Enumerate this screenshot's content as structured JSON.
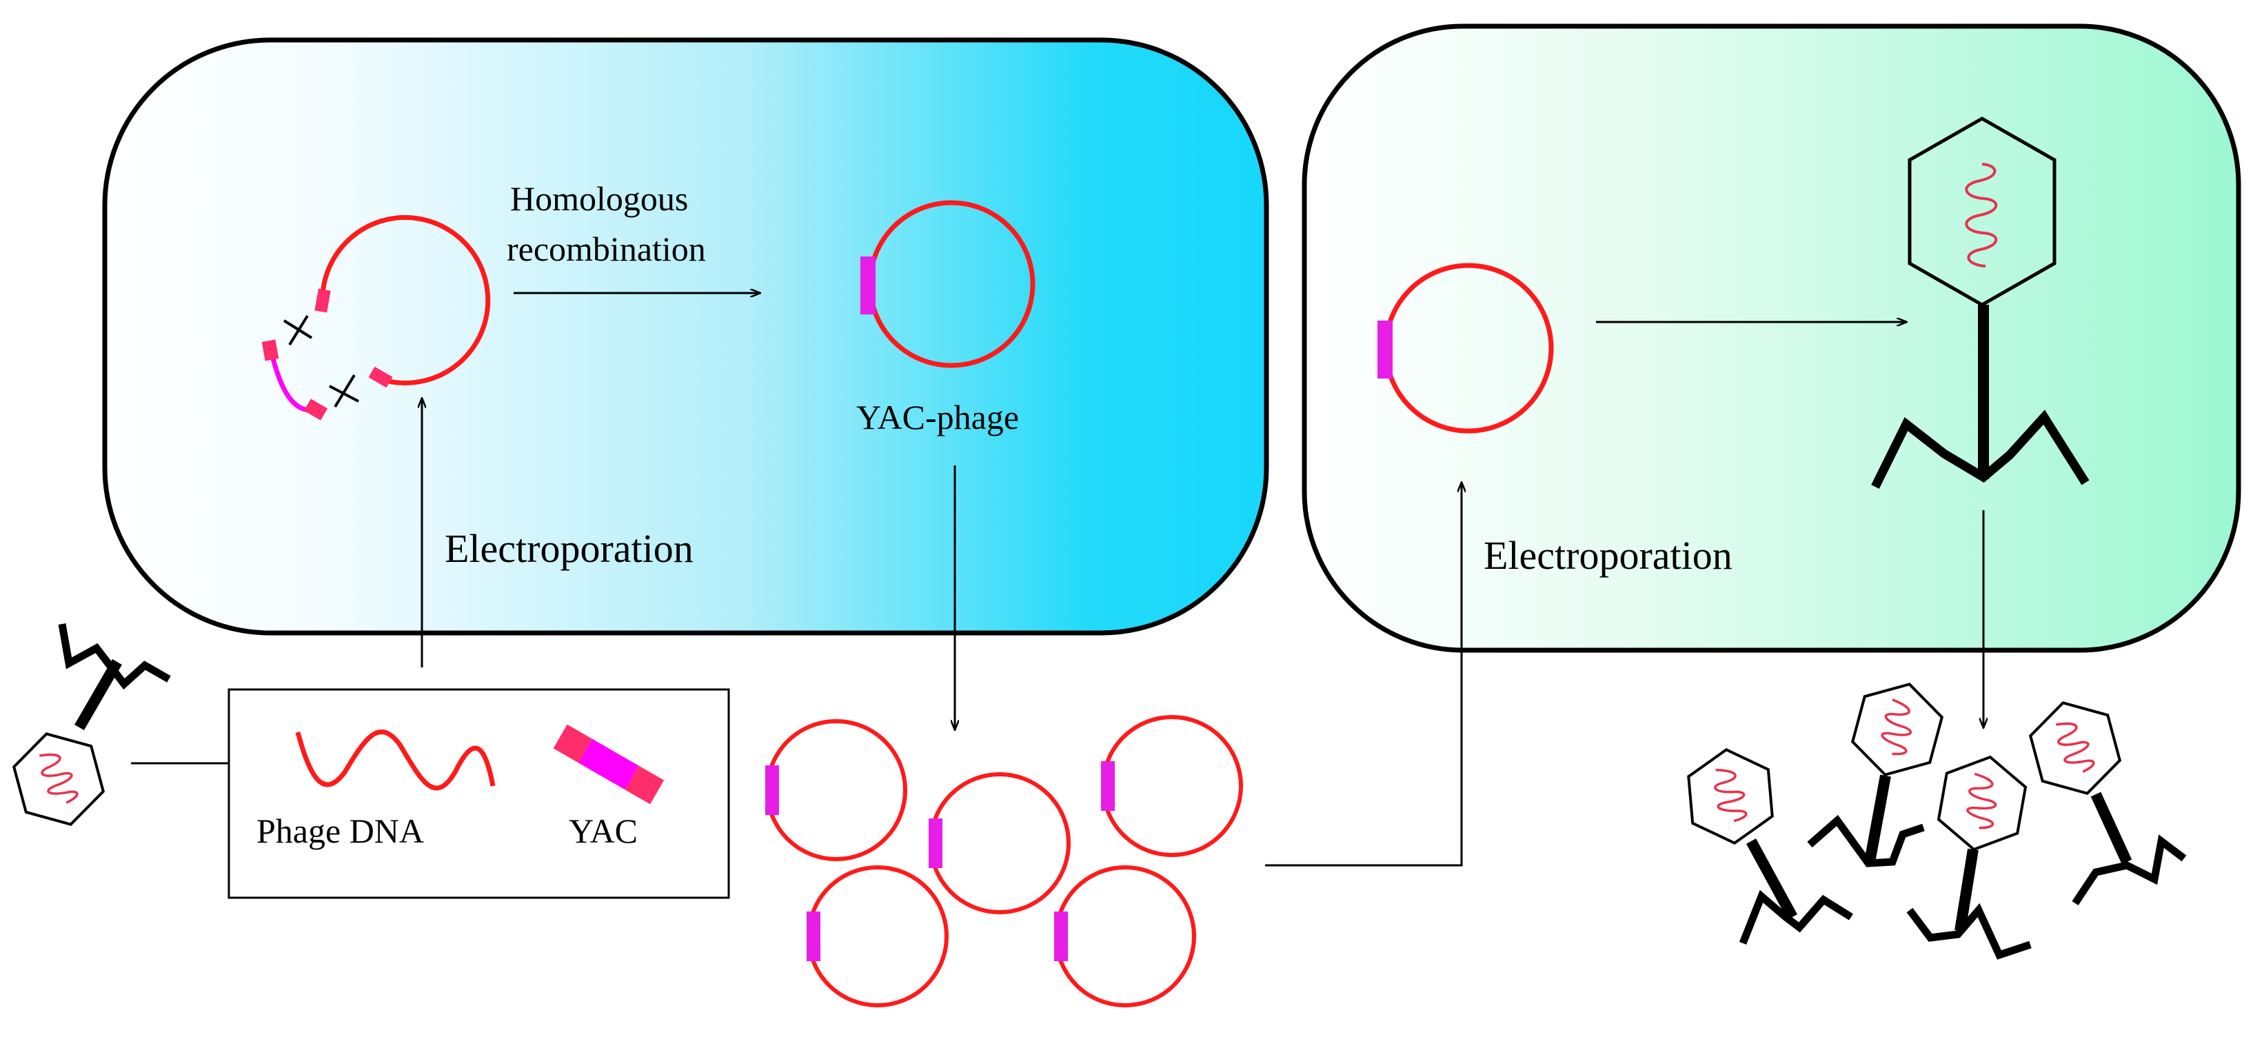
{
  "labels": {
    "homologous": "Homologous",
    "recombination": "recombination",
    "yac_phage": "YAC-phage",
    "electroporation_1": "Electroporation",
    "electroporation_2": "Electroporation",
    "phage_dna": "Phage DNA",
    "yac": "YAC"
  },
  "colors": {
    "outline": "#000000",
    "dna_red": "#ff1a1a",
    "yac_magenta": "#ff00ff",
    "yac_pink": "#ff2d6a",
    "phage_dna_pink": "#ff3366",
    "cell1_gradient": [
      "#ffffff",
      "#17d7fa"
    ],
    "cell2_gradient": [
      "#ffffff",
      "#9df7d3"
    ]
  },
  "icons": [
    "phage-icon",
    "circular-dna-icon",
    "yac-segment-icon",
    "crossover-icon",
    "arrow-icon"
  ]
}
